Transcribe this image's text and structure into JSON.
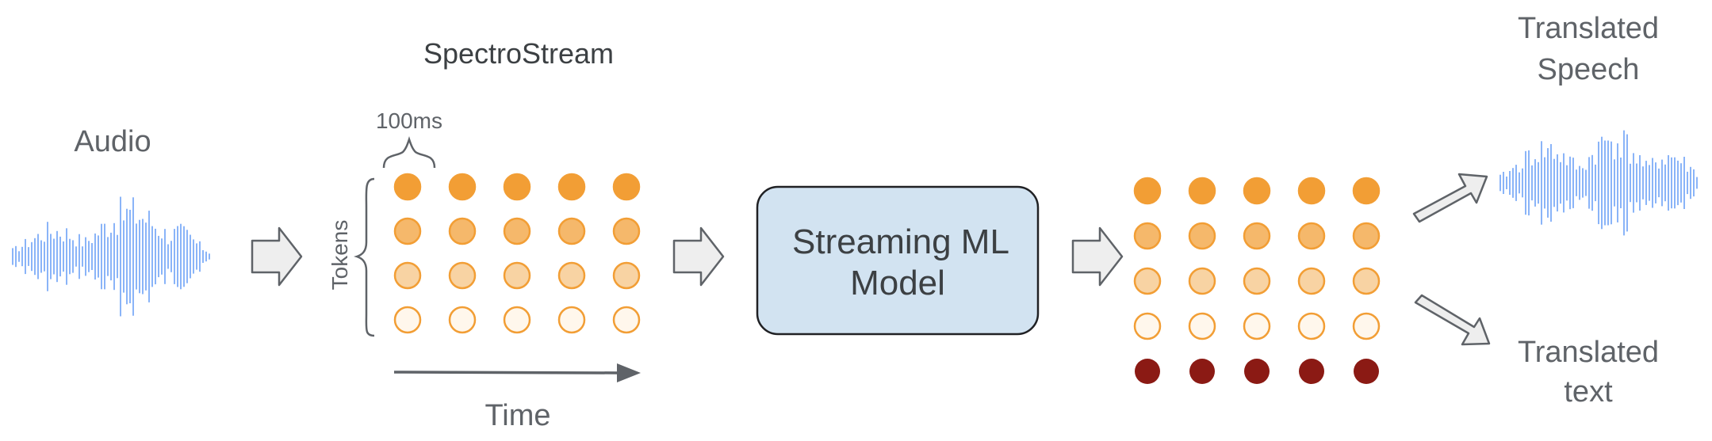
{
  "labels": {
    "audio": "Audio",
    "spectrostream": "SpectroStream",
    "duration": "100ms",
    "tokens": "Tokens",
    "time": "Time",
    "model_line1": "Streaming ML",
    "model_line2": "Model",
    "translated_speech_line1": "Translated",
    "translated_speech_line2": "Speech",
    "translated_text_line1": "Translated",
    "translated_text_line2": "text"
  },
  "token_grids": {
    "input": {
      "rows": 4,
      "cols": 5
    },
    "output": {
      "rows": 5,
      "cols": 5
    }
  },
  "colors": {
    "text": "#5f6368",
    "model_text": "#3c4043",
    "waveform": "#8ab4f8",
    "model_fill": "#d2e3f1",
    "model_stroke": "#202124",
    "arrow_fill": "#eeeeee",
    "arrow_stroke": "#5f6368",
    "time_arrow": "#5f6368",
    "token_row_1": "#f29e35",
    "token_row_2": "#f5b86b",
    "token_row_3": "#f8d3a3",
    "token_row_4": "#fff7ec",
    "token_row_5": "#8b1a14",
    "token_stroke": "#f29e35"
  }
}
